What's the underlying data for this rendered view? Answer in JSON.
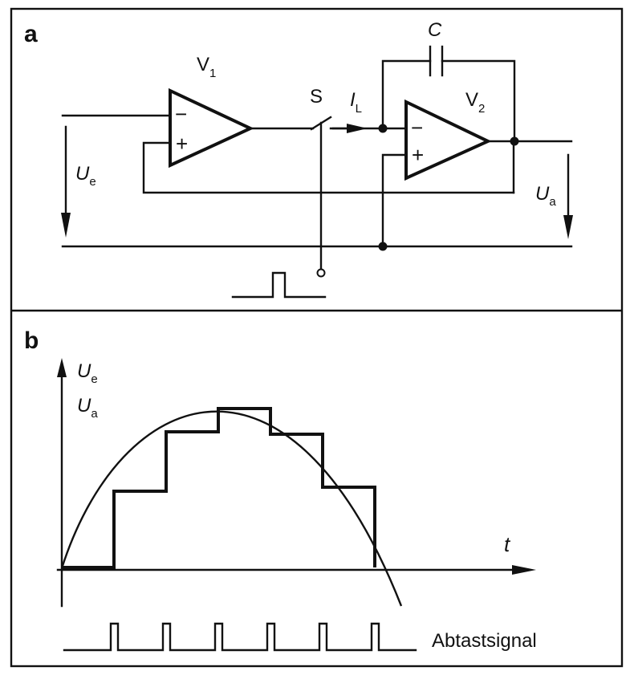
{
  "panel_a": {
    "label": "a",
    "opamp1": {
      "name": "V",
      "sub": "1",
      "minus": "−",
      "plus": "+"
    },
    "opamp2": {
      "name": "V",
      "sub": "2",
      "minus": "−",
      "plus": "+"
    },
    "capacitor": "C",
    "switch": "S",
    "current": {
      "name": "I",
      "sub": "L"
    },
    "input_voltage": {
      "name": "U",
      "sub": "e"
    },
    "output_voltage": {
      "name": "U",
      "sub": "a"
    }
  },
  "panel_b": {
    "label": "b",
    "y_axis": [
      {
        "name": "U",
        "sub": "e"
      },
      {
        "name": "U",
        "sub": "a"
      }
    ],
    "x_axis": "t",
    "sampling_label": "Abtastsignal"
  }
}
